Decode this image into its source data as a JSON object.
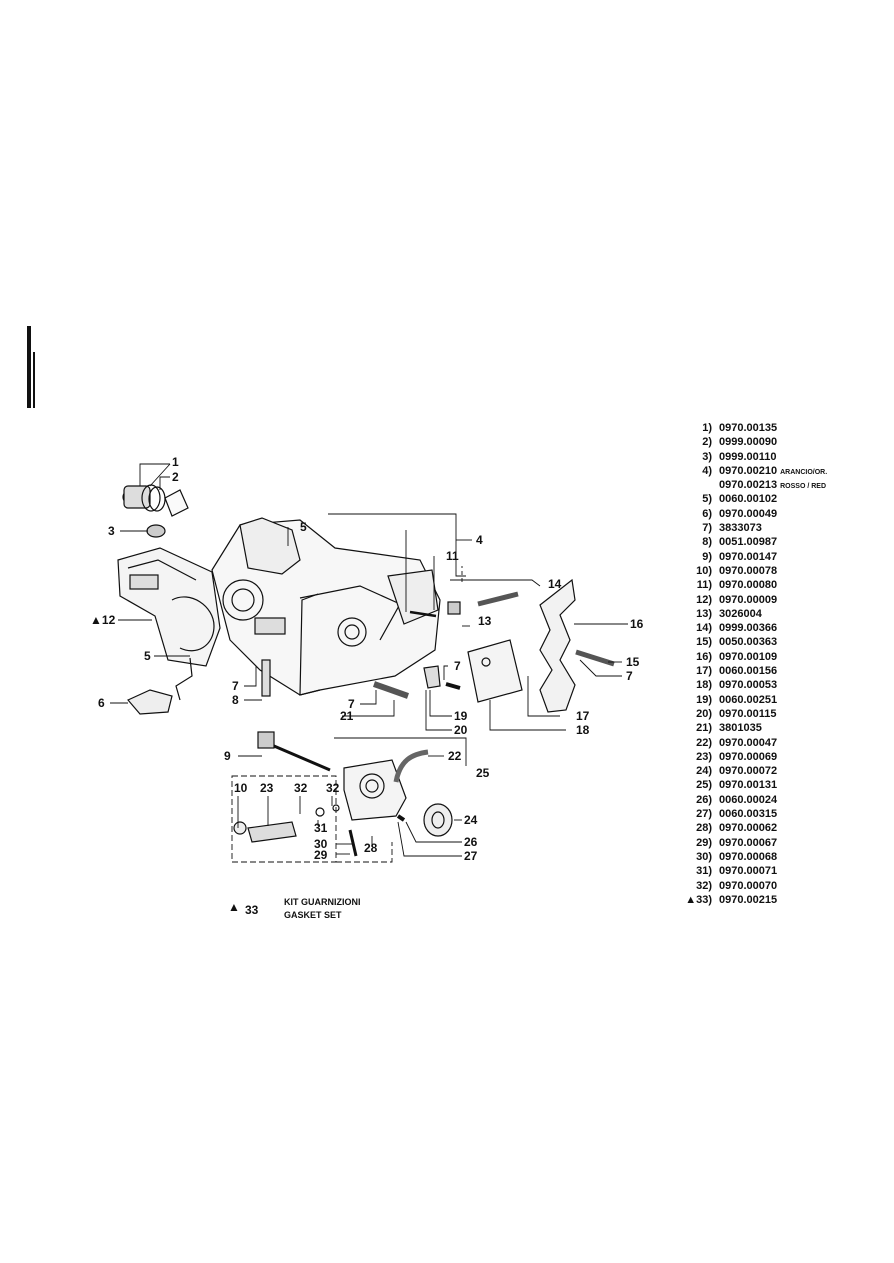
{
  "callouts": {
    "c1": "1",
    "c2": "2",
    "c3": "3",
    "c4": "4",
    "c5a": "5",
    "c5b": "5",
    "c6": "6",
    "c7a": "7",
    "c7b": "7",
    "c7c": "7",
    "c7d": "7",
    "c8": "8",
    "c9": "9",
    "c10": "10",
    "c11": "11",
    "c12": "12",
    "c13": "13",
    "c14": "14",
    "c15": "15",
    "c16": "16",
    "c17": "17",
    "c18": "18",
    "c19": "19",
    "c20": "20",
    "c21": "21",
    "c22": "22",
    "c23": "23",
    "c24": "24",
    "c25": "25",
    "c26": "26",
    "c27": "27",
    "c28": "28",
    "c29": "29",
    "c30": "30",
    "c31": "31",
    "c32a": "32",
    "c32b": "32"
  },
  "kit": {
    "marker": "▲",
    "number": "33",
    "label_it": "KIT GUARNIZIONI",
    "label_en": "GASKET SET"
  },
  "parts": [
    {
      "index": "1)",
      "code": "0970.00135"
    },
    {
      "index": "2)",
      "code": "0999.00090"
    },
    {
      "index": "3)",
      "code": "0999.00110"
    },
    {
      "index": "4)",
      "code": "0970.00210",
      "color": "ARANCIO/OR."
    },
    {
      "index": "",
      "code": "0970.00213",
      "color": "ROSSO / RED"
    },
    {
      "index": "5)",
      "code": "0060.00102"
    },
    {
      "index": "6)",
      "code": "0970.00049"
    },
    {
      "index": "7)",
      "code": "3833073"
    },
    {
      "index": "8)",
      "code": "0051.00987"
    },
    {
      "index": "9)",
      "code": "0970.00147"
    },
    {
      "index": "10)",
      "code": "0970.00078"
    },
    {
      "index": "11)",
      "code": "0970.00080"
    },
    {
      "index": "12)",
      "code": "0970.00009"
    },
    {
      "index": "13)",
      "code": "3026004"
    },
    {
      "index": "14)",
      "code": "0999.00366"
    },
    {
      "index": "15)",
      "code": "0050.00363"
    },
    {
      "index": "16)",
      "code": "0970.00109"
    },
    {
      "index": "17)",
      "code": "0060.00156"
    },
    {
      "index": "18)",
      "code": "0970.00053"
    },
    {
      "index": "19)",
      "code": "0060.00251"
    },
    {
      "index": "20)",
      "code": "0970.00115"
    },
    {
      "index": "21)",
      "code": "3801035"
    },
    {
      "index": "22)",
      "code": "0970.00047"
    },
    {
      "index": "23)",
      "code": "0970.00069"
    },
    {
      "index": "24)",
      "code": "0970.00072"
    },
    {
      "index": "25)",
      "code": "0970.00131"
    },
    {
      "index": "26)",
      "code": "0060.00024"
    },
    {
      "index": "27)",
      "code": "0060.00315"
    },
    {
      "index": "28)",
      "code": "0970.00062"
    },
    {
      "index": "29)",
      "code": "0970.00067"
    },
    {
      "index": "30)",
      "code": "0970.00068"
    },
    {
      "index": "31)",
      "code": "0970.00071"
    },
    {
      "index": "32)",
      "code": "0970.00070"
    },
    {
      "index": "▲33)",
      "code": "0970.00215"
    }
  ]
}
